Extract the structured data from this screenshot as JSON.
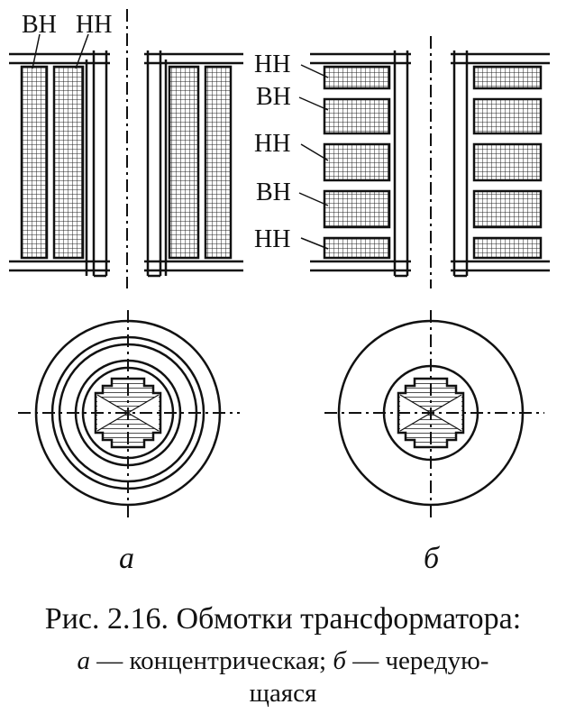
{
  "colors": {
    "ink": "#111111",
    "background": "#ffffff"
  },
  "diagram_a": {
    "labels": {
      "vn": "ВН",
      "nn": "НН"
    },
    "caption_letter": "а"
  },
  "diagram_b": {
    "winding_labels": [
      "НН",
      "ВН",
      "НН",
      "ВН",
      "НН"
    ],
    "caption_letter": "б"
  },
  "caption": {
    "title": "Рис. 2.16. Обмотки трансформатора:",
    "line2_letter_a": "а",
    "line2_text_a": " — концентрическая; ",
    "line2_letter_b": "б",
    "line2_text_b": " — чередую-",
    "line3": "щаяся"
  }
}
